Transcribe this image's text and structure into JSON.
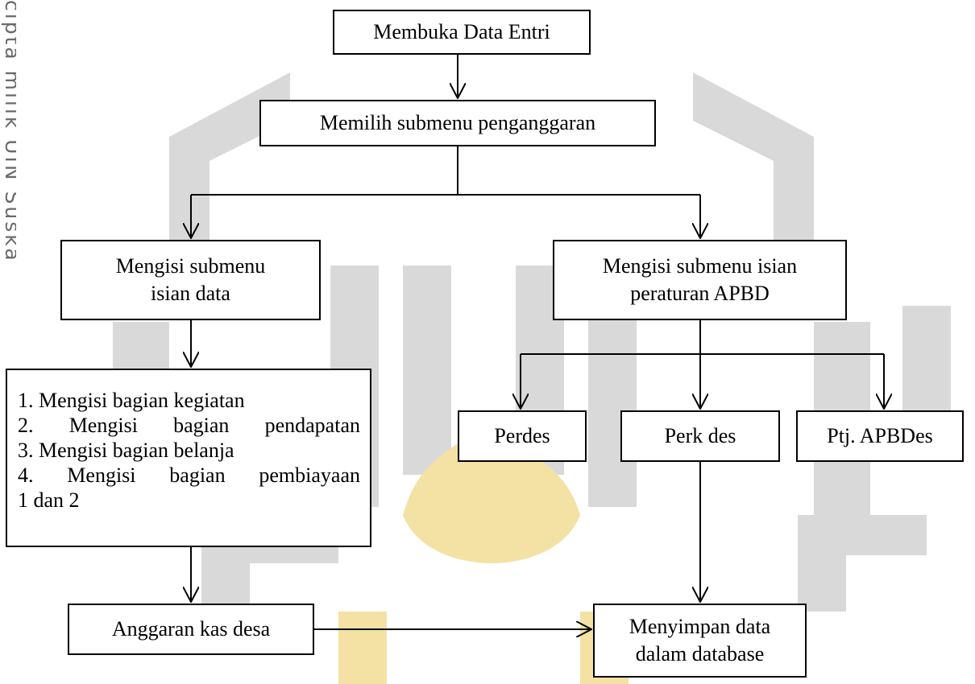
{
  "watermark": {
    "side_text": "cipta milik UIN Suska",
    "colors": {
      "gray": "#d6d6d6",
      "gold": "#f3e2a4"
    }
  },
  "diagram": {
    "nodes": {
      "open": {
        "label": "Membuka Data Entri"
      },
      "choose": {
        "label": "Memilih submenu penganggaran"
      },
      "fill_data": {
        "label": "Mengisi submenu\nisian data"
      },
      "fill_rules": {
        "label": "Mengisi submenu isian\nperaturan APBD"
      },
      "steps": {
        "items": [
          "1. Mengisi bagian kegiatan",
          "2. Mengisi bagian pendapatan",
          "3. Mengisi bagian belanja",
          "4. Mengisi bagian pembiayaan",
          "1 dan 2"
        ]
      },
      "perdes": {
        "label": "Perdes"
      },
      "perkdes": {
        "label": "Perk des"
      },
      "ptj": {
        "label": "Ptj. APBDes"
      },
      "budget": {
        "label": "Anggaran kas desa"
      },
      "save": {
        "label": "Menyimpan data\ndalam database"
      }
    }
  }
}
